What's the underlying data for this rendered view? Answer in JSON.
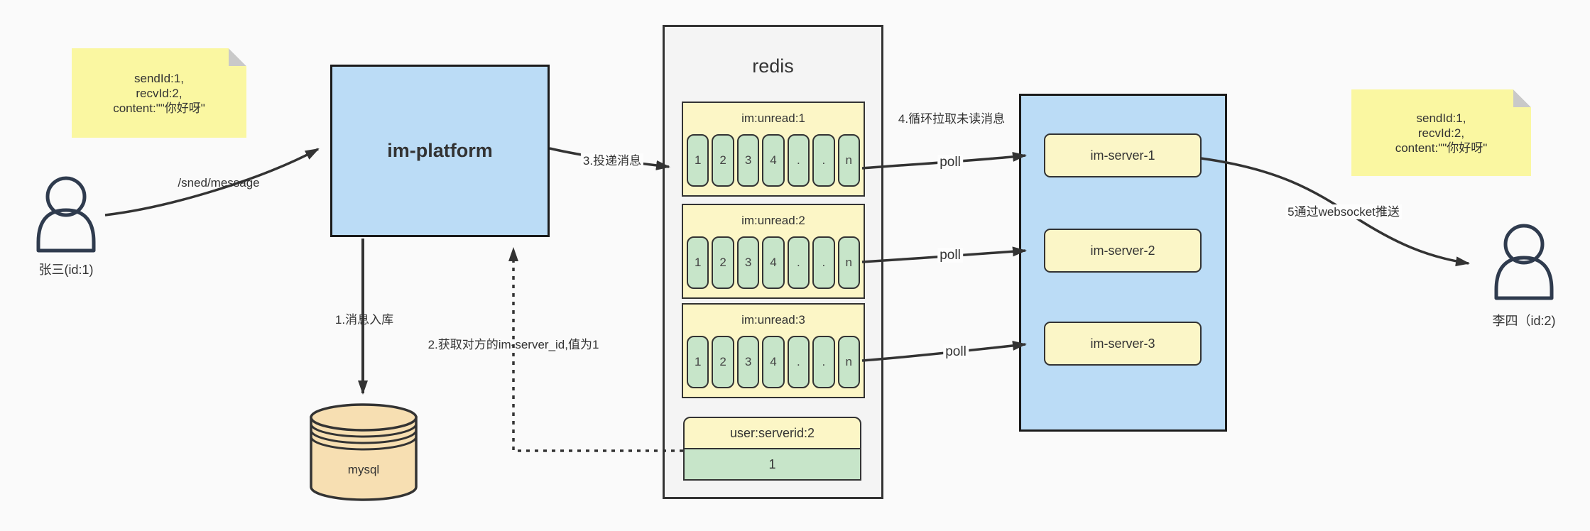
{
  "notes": {
    "left": {
      "lines": [
        "sendId:1,",
        "recvId:2,",
        "content:\"\"你好呀\""
      ]
    },
    "right": {
      "lines": [
        "sendId:1,",
        "recvId:2,",
        "content:\"\"你好呀\""
      ]
    }
  },
  "actors": {
    "sender": {
      "label": "张三(id:1)"
    },
    "receiver": {
      "label": "李四（id:2)"
    }
  },
  "platform": {
    "label": "im-platform"
  },
  "database": {
    "label": "mysql"
  },
  "redis": {
    "title": "redis",
    "queues": [
      {
        "label": "im:unread:1",
        "cells": [
          "1",
          "2",
          "3",
          "4",
          ".",
          ".",
          "n"
        ]
      },
      {
        "label": "im:unread:2",
        "cells": [
          "1",
          "2",
          "3",
          "4",
          ".",
          ".",
          "n"
        ]
      },
      {
        "label": "im:unread:3",
        "cells": [
          "1",
          "2",
          "3",
          "4",
          ".",
          ".",
          "n"
        ]
      }
    ],
    "mapping": {
      "label": "user:serverid:2",
      "value": "1"
    }
  },
  "servers": [
    {
      "label": "im-server-1"
    },
    {
      "label": "im-server-2"
    },
    {
      "label": "im-server-3"
    }
  ],
  "flows": {
    "send": "/sned/message",
    "step1": "1.消息入库",
    "step2": "2.获取对方的im-server_id,值为1",
    "step3": "3.投递消息",
    "step4": "4.循环拉取未读消息",
    "step5": "5通过websocket推送",
    "poll": "poll"
  },
  "colors": {
    "node_blue": "#bbdcf6",
    "note_yellow": "#faf7a1",
    "queue_yellow": "#fcf6c6",
    "cell_green": "#c7e5c9",
    "db_tan": "#f7dfb2",
    "stroke": "#333333"
  }
}
